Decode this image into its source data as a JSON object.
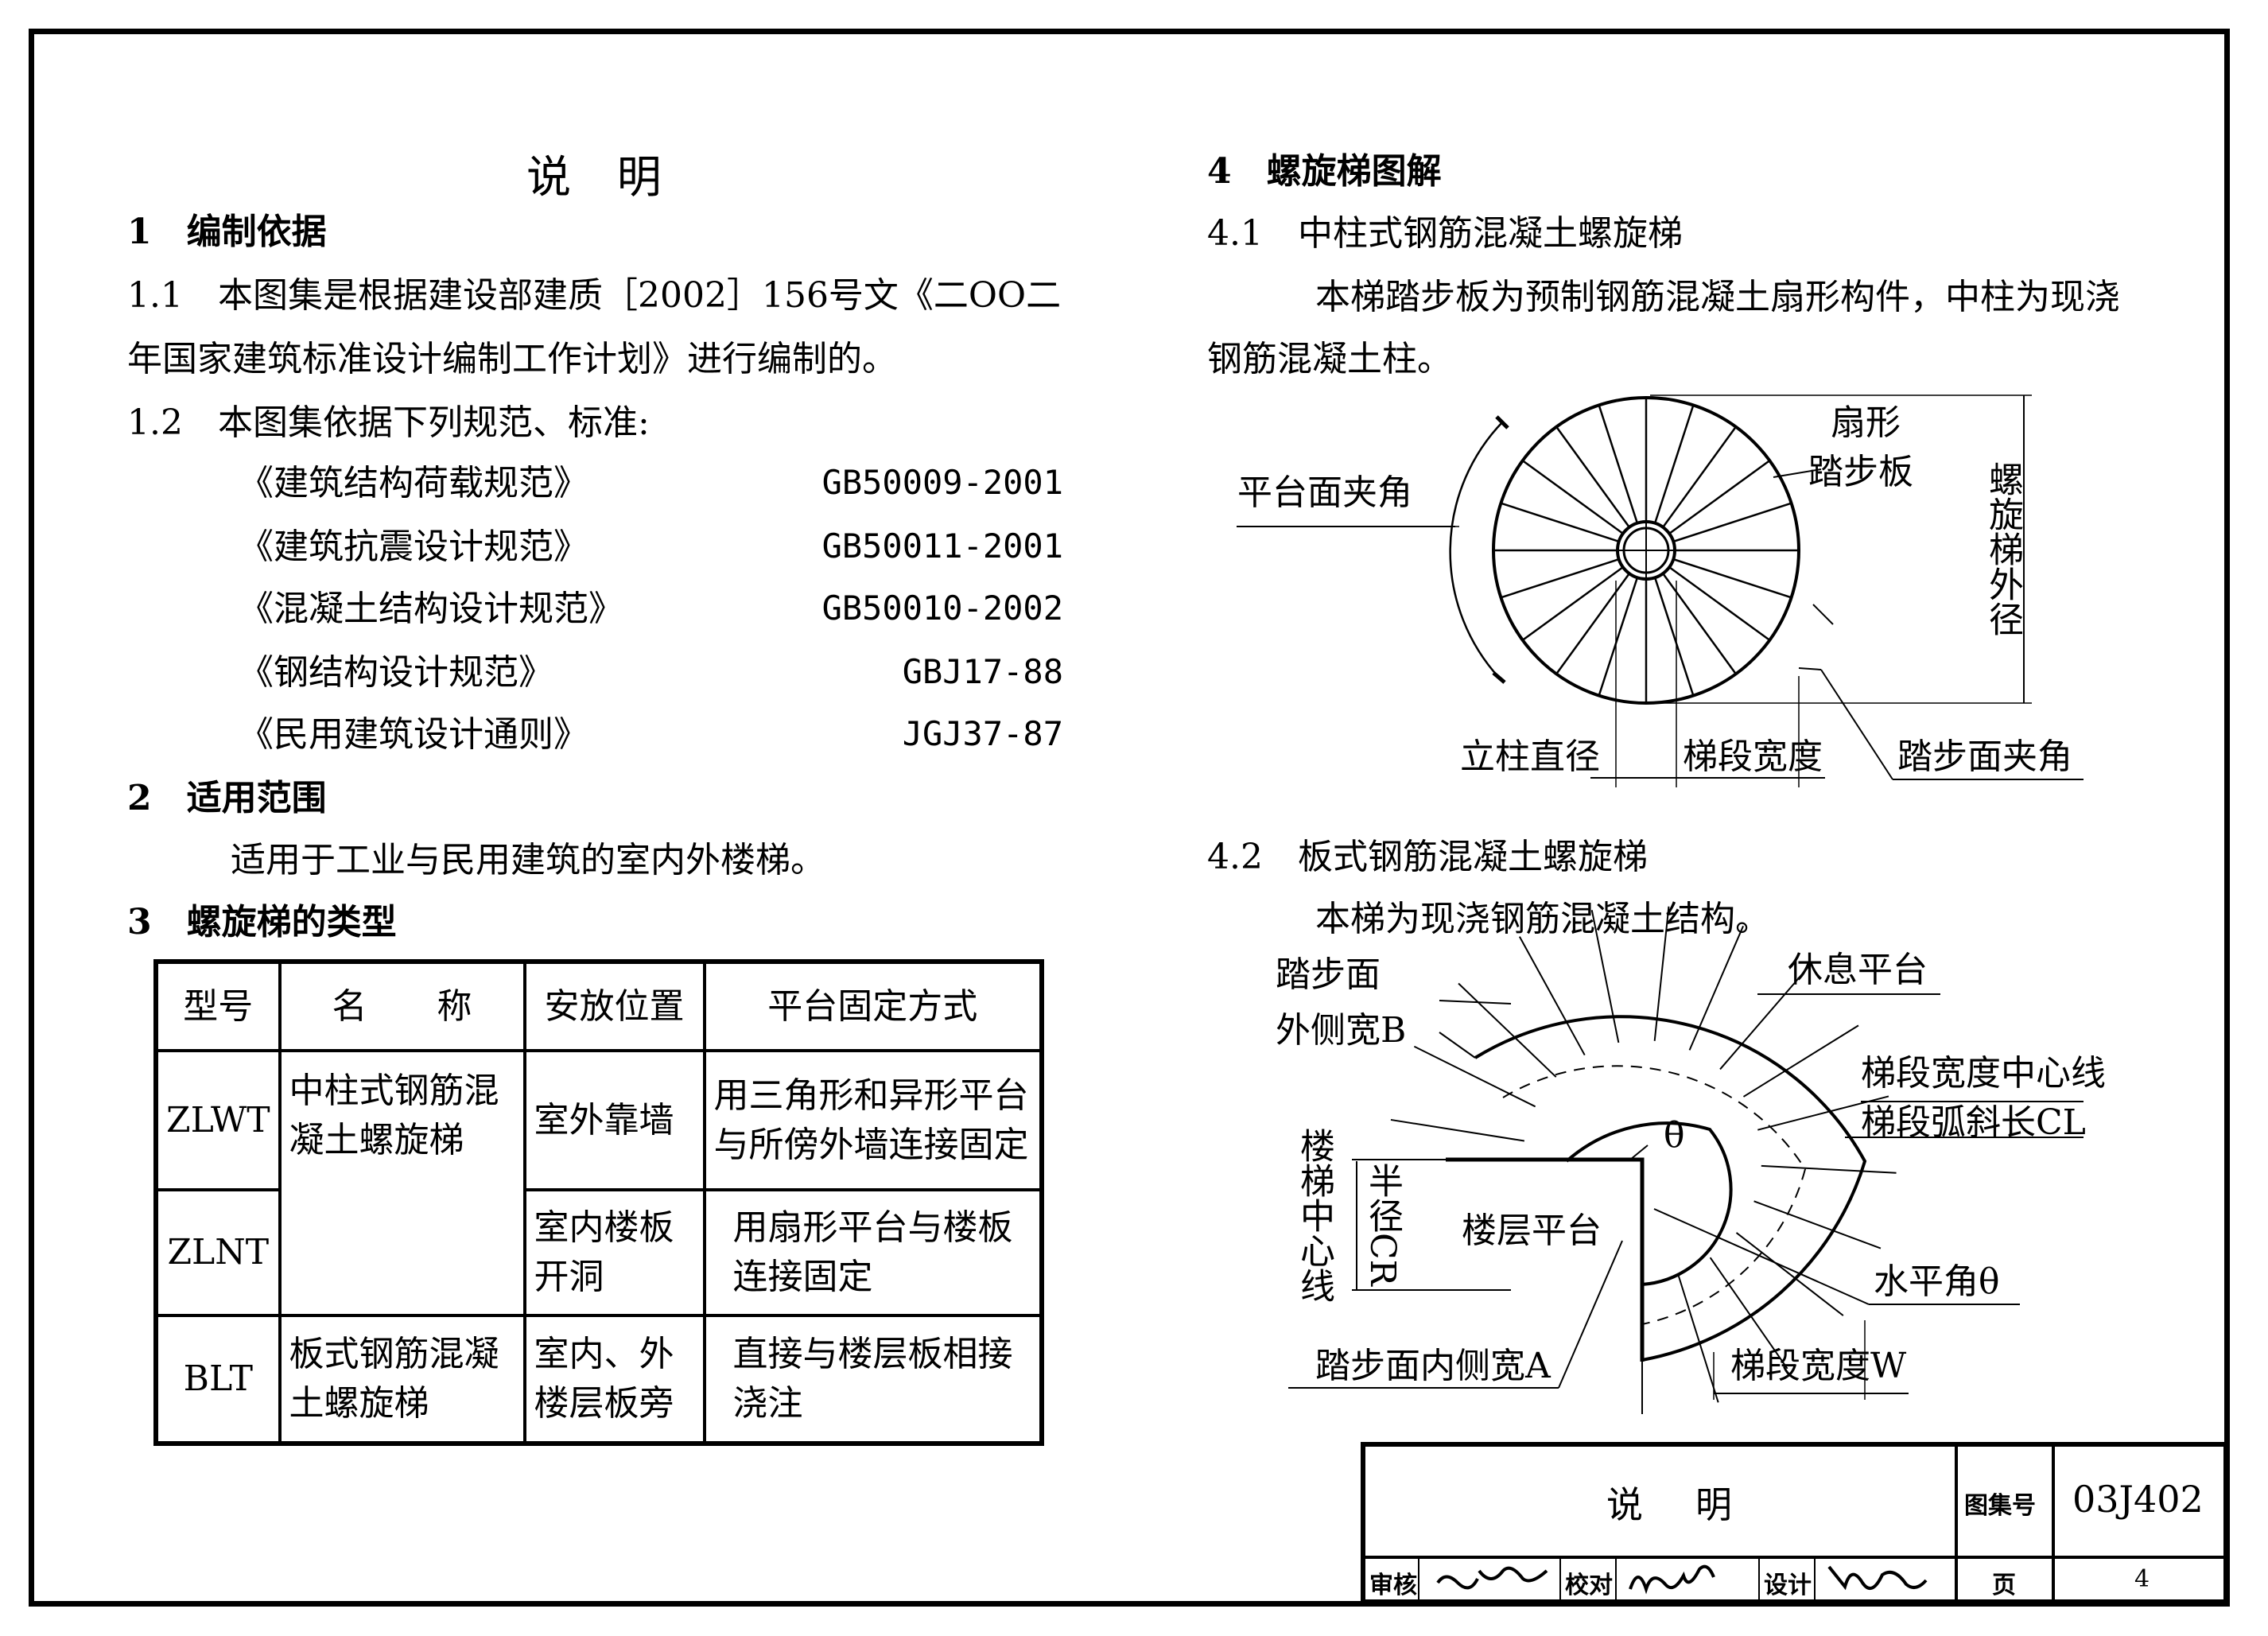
{
  "page_title": "说 明",
  "left": {
    "s1_heading": "1　编制依据",
    "s1_1_line1": "1.1　本图集是根据建设部建质［2002］156号文《二OO二",
    "s1_1_line2": "年国家建筑标准设计编制工作计划》进行编制的。",
    "s1_2_line": "1.2　本图集依据下列规范、标准:",
    "specs": [
      {
        "name": "《建筑结构荷载规范》",
        "code": "GB50009-2001"
      },
      {
        "name": "《建筑抗震设计规范》",
        "code": "GB50011-2001"
      },
      {
        "name": "《混凝土结构设计规范》",
        "code": "GB50010-2002"
      },
      {
        "name": "《钢结构设计规范》",
        "code": "GBJ17-88"
      },
      {
        "name": "《民用建筑设计通则》",
        "code": "JGJ37-87"
      }
    ],
    "s2_heading": "2　适用范围",
    "s2_text": "适用于工业与民用建筑的室内外楼梯。",
    "s3_heading": "3　螺旋梯的类型",
    "table": {
      "headers": [
        "型号",
        "名　　称",
        "安放位置",
        "平台固定方式"
      ],
      "rows": [
        {
          "model": "ZLWT",
          "name_l1": "中柱式钢筋混",
          "name_l2": "凝土螺旋梯",
          "pos_l1": "室外靠墙",
          "fix_l1": "用三角形和异形平台",
          "fix_l2": "与所傍外墙连接固定"
        },
        {
          "model": "ZLNT",
          "pos_l1": "室内楼板",
          "pos_l2": "开洞",
          "fix_l1": "用扇形平台与楼板",
          "fix_l2": "连接固定"
        },
        {
          "model": "BLT",
          "name_l1": "板式钢筋混凝",
          "name_l2": "土螺旋梯",
          "pos_l1": "室内、外",
          "pos_l2": "楼层板旁",
          "fix_l1": "直接与楼层板相接",
          "fix_l2": "浇注"
        }
      ]
    }
  },
  "right": {
    "s4_heading": "4　螺旋梯图解",
    "s4_1_heading": "4.1　中柱式钢筋混凝土螺旋梯",
    "s4_1_line1": "本梯踏步板为预制钢筋混凝土扇形构件，中柱为现浇",
    "s4_1_line2": "钢筋混凝土柱。",
    "fig1": {
      "label_platform_angle": "平台面夹角",
      "label_fan_1": "扇形",
      "label_fan_2": "踏步板",
      "label_outer_dia": "螺旋梯外径",
      "label_post_dia": "立柱直径",
      "label_flight_width": "梯段宽度",
      "label_tread_angle": "踏步面夹角"
    },
    "s4_2_heading": "4.2　板式钢筋混凝土螺旋梯",
    "s4_2_text": "本梯为现浇钢筋混凝土结构。",
    "fig2": {
      "label_tread_1": "踏步面",
      "label_tread_2": "外侧宽B",
      "label_rest": "休息平台",
      "label_centerline": "梯段宽度中心线",
      "label_arc": "梯段弧斜长CL",
      "label_stair_center": "楼梯中心线",
      "label_radius": "半径CR",
      "label_floor": "楼层平台",
      "label_theta": "θ",
      "label_horiz_angle": "水平角θ",
      "label_inner": "踏步面内侧宽A",
      "label_width_w": "梯段宽度W"
    }
  },
  "title_block": {
    "title": "说　明",
    "atlas_label": "图集号",
    "atlas_no": "03J402",
    "review_label": "审核",
    "check_label": "校对",
    "design_label": "设计",
    "page_label": "页",
    "page_no": "4"
  }
}
